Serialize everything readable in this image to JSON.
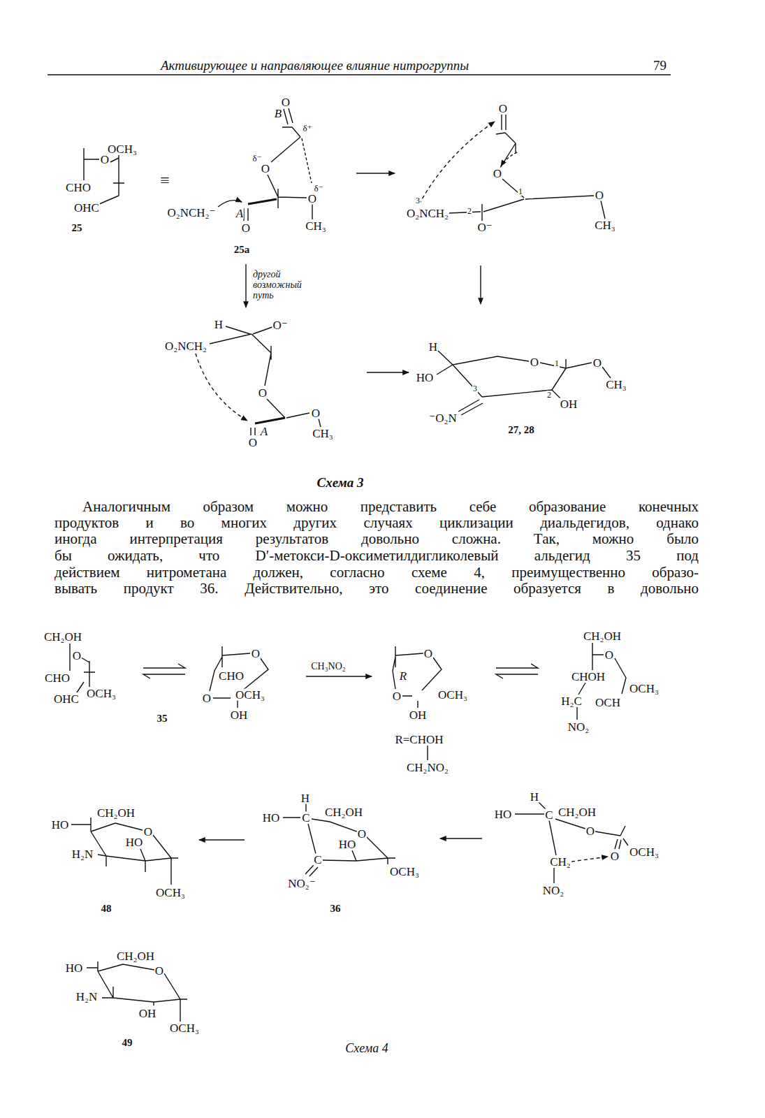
{
  "diagram": {
    "labels": [
      "Активирующее и направляющее влияние нитрогруппы",
      "79",
      "OCH₃",
      "O",
      "CHO",
      "OHC",
      "25",
      "≡",
      "B",
      "O",
      "δ⁺",
      "δ⁻",
      "O",
      "δ⁻",
      "O",
      "O₂NCH₂⁻",
      "A",
      "O",
      "CH₃",
      "25a",
      "O",
      "O",
      "1",
      "O",
      "3",
      "O₂NCH₂",
      "2",
      "O⁻",
      "CH₃",
      "другой возможный путь",
      "H",
      "O⁻",
      "O₂NCH₂",
      "O",
      "O",
      "A",
      "O",
      "CH₃",
      "H",
      "HO",
      "O",
      "1",
      "O",
      "3",
      "2",
      "OH",
      "CH₃",
      "⁻O₂N",
      "27, 28",
      "Схема 3",
      "Аналогичным образом можно представить себе образование конечных",
      "продуктов и во многих других случаях циклизации диальдегидов, однако",
      "иногда интерпретация результатов довольно сложна. Так, можно было",
      "бы ожидать, что D′-метокси-D-оксиметилдигликолевый альдегид 35 под",
      "действием нитрометана должен, согласно схеме 4, преимущественно образо-",
      "вывать продукт 36. Действительно, это соединение образуется в довольно",
      "CH₂OH",
      "O",
      "CHO",
      "OHC",
      "OCH₃",
      "35",
      "O",
      "CHO",
      "O",
      "OCH₃",
      "OH",
      "CH₃NO₂",
      "O",
      "R",
      "O",
      "OCH₃",
      "OH",
      "R=CHOH",
      "CH₂NO₂",
      "CH₂OH",
      "O",
      "CHOH",
      "OCH₃",
      "H₂C",
      "OCH",
      "NO₂",
      "HO",
      "CH₂OH",
      "O",
      "HO",
      "H₂N",
      "OCH₃",
      "48",
      "H",
      "HO",
      "C",
      "CH₂OH",
      "O",
      "HO",
      "C",
      "OCH₃",
      "NO₂⁻",
      "36",
      "H",
      "HO",
      "C",
      "CH₂OH",
      "O",
      "O",
      "OCH₃",
      "CH₂",
      "NO₂",
      "HO",
      "CH₂OH",
      "O",
      "H₂N",
      "OH",
      "OCH₃",
      "49",
      "Схема 4"
    ]
  }
}
